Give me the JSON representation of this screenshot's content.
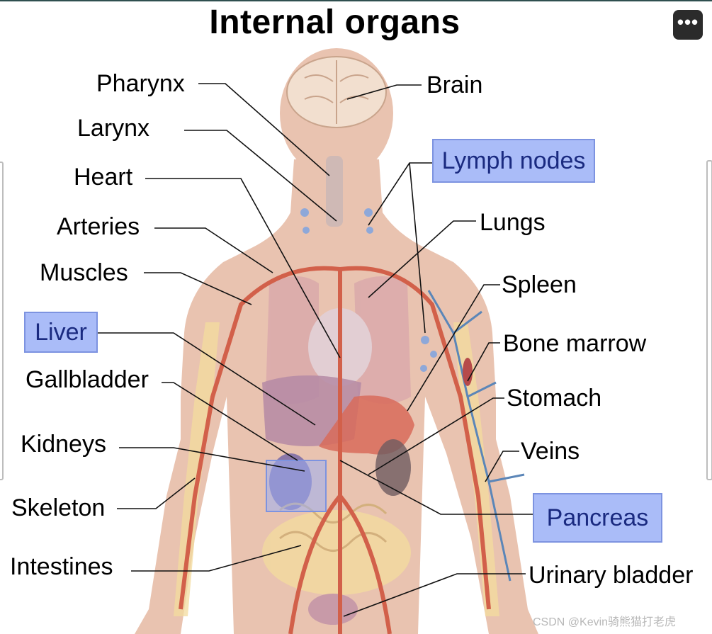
{
  "title": "Internal organs",
  "menu": {
    "more_icon": "more-icon",
    "more_glyph": "•••"
  },
  "labels": {
    "pharynx": "Pharynx",
    "larynx": "Larynx",
    "heart": "Heart",
    "arteries": "Arteries",
    "muscles": "Muscles",
    "liver": "Liver",
    "gallbladder": "Gallbladder",
    "kidneys": "Kidneys",
    "skeleton": "Skeleton",
    "intestines": "Intestines",
    "brain": "Brain",
    "lymph_nodes": "Lymph nodes",
    "lungs": "Lungs",
    "spleen": "Spleen",
    "bone_marrow": "Bone marrow",
    "stomach": "Stomach",
    "veins": "Veins",
    "pancreas": "Pancreas",
    "urinary_bladder": "Urinary bladder"
  },
  "highlighted": [
    "Liver",
    "Lymph nodes",
    "Pancreas"
  ],
  "colors": {
    "highlight_fill": "#aabcf8",
    "highlight_border": "#7d93e0",
    "skin": "#e9c3b0",
    "artery": "#d2604a",
    "vein": "#5b86b8"
  },
  "watermark": "CSDN @Kevin骑熊猫打老虎"
}
